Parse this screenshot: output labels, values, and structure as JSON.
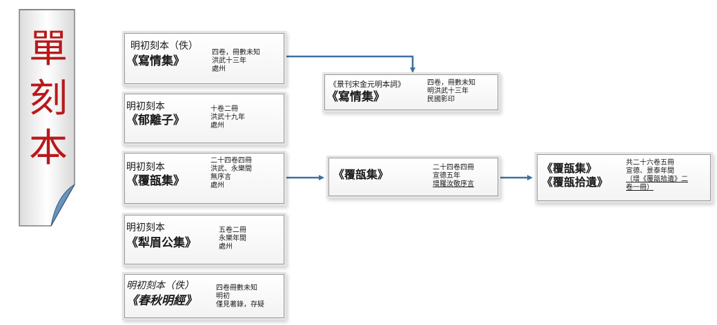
{
  "banner": {
    "chars": [
      "單",
      "刻",
      "本"
    ]
  },
  "boxes": {
    "xieqing_ming": {
      "prefix": "明初刻本（佚）",
      "name": "《寫情集》",
      "notes": [
        "四卷，冊數未知",
        "洪武十三年",
        "處州"
      ]
    },
    "yulizi": {
      "prefix": "明初刻本",
      "name": "《郁離子》",
      "notes": [
        "十卷二冊",
        "洪武十九年",
        "處州"
      ]
    },
    "fubu_ming": {
      "prefix": "明初刻本",
      "name": "《覆瓿集》",
      "notes": [
        "二十四卷四冊",
        "洪武、永樂間",
        "無序言",
        "處州"
      ]
    },
    "limei": {
      "prefix": "明初刻本",
      "name": "《犁眉公集》",
      "notes": [
        "五卷二冊",
        "永樂年間",
        "處州"
      ]
    },
    "chunqiu": {
      "prefix": "明初刻本（佚）",
      "name": "《春秋明經》",
      "notes": [
        "四卷冊數未知",
        "明初",
        "僅見著錄，存疑"
      ]
    },
    "xieqing_jingkan": {
      "prefix": "《景刊宋金元明本詞》",
      "name": "《寫情集》",
      "notes": [
        "四卷，冊數未知",
        "明洪武十三年",
        "民國影印"
      ]
    },
    "fubu_xuande": {
      "name": "《覆瓿集》",
      "notes": [
        "二十四卷四冊",
        "宣德五年",
        "增羅汝敬序言"
      ]
    },
    "fubu_shiyi": {
      "name1": "《覆瓿集》",
      "name2": "《覆瓿拾遺》",
      "notes": [
        "共二十六卷五冊",
        "宣德、景泰年間",
        "（增《覆瓿拾遺》二",
        "卷一冊）"
      ]
    }
  },
  "colors": {
    "arrow": "#3f6fa3",
    "banner_text": "#b8191b"
  }
}
